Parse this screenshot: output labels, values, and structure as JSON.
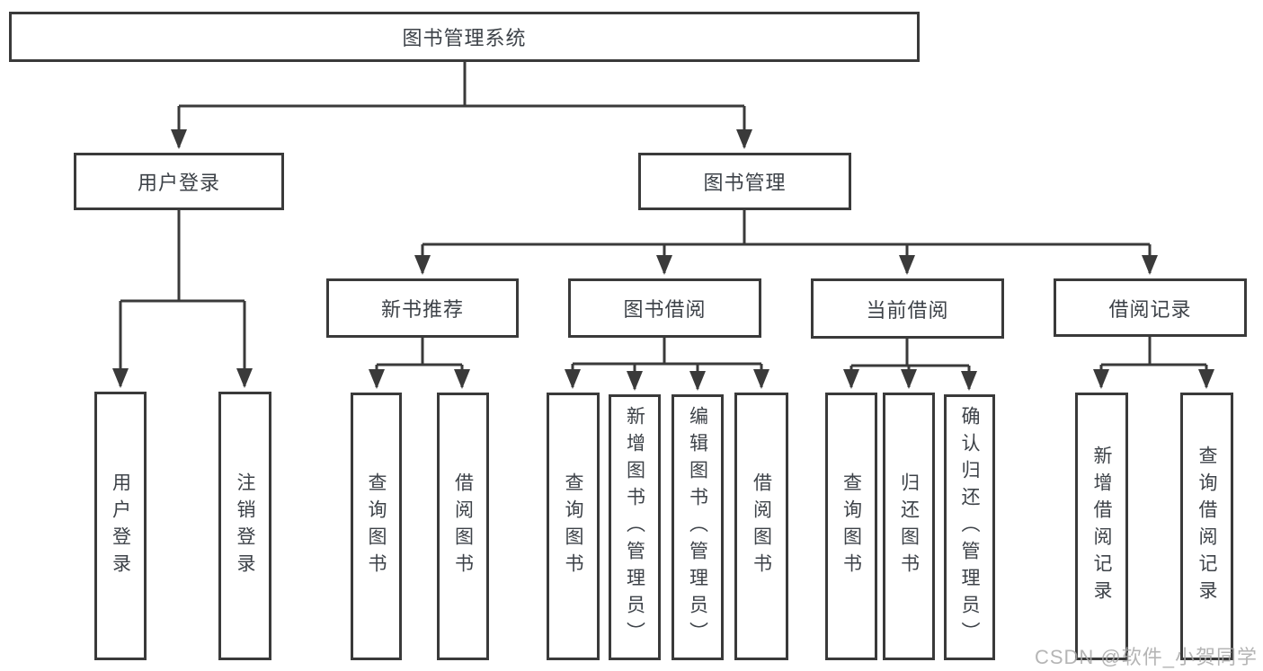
{
  "tree": {
    "label": "图书管理系统",
    "children": [
      {
        "label": "用户登录",
        "children": [
          {
            "label": "用户登录"
          },
          {
            "label": "注销登录"
          }
        ]
      },
      {
        "label": "图书管理",
        "children": [
          {
            "label": "新书推荐",
            "children": [
              {
                "label": "查询图书"
              },
              {
                "label": "借阅图书"
              }
            ]
          },
          {
            "label": "图书借阅",
            "children": [
              {
                "label": "查询图书"
              },
              {
                "label": "新增图书（管理员）"
              },
              {
                "label": "编辑图书（管理员）"
              },
              {
                "label": "借阅图书"
              }
            ]
          },
          {
            "label": "当前借阅",
            "children": [
              {
                "label": "查询图书"
              },
              {
                "label": "归还图书"
              },
              {
                "label": "确认归还（管理员）"
              }
            ]
          },
          {
            "label": "借阅记录",
            "children": [
              {
                "label": "新增借阅记录"
              },
              {
                "label": "查询借阅记录"
              }
            ]
          }
        ]
      }
    ]
  },
  "watermark": {
    "text": "CSDN @软件_小贺同学"
  },
  "colors": {
    "line": "#3a3a3a",
    "text": "#3d4248",
    "watermark": "#a8a8a8",
    "background": "#ffffff"
  }
}
